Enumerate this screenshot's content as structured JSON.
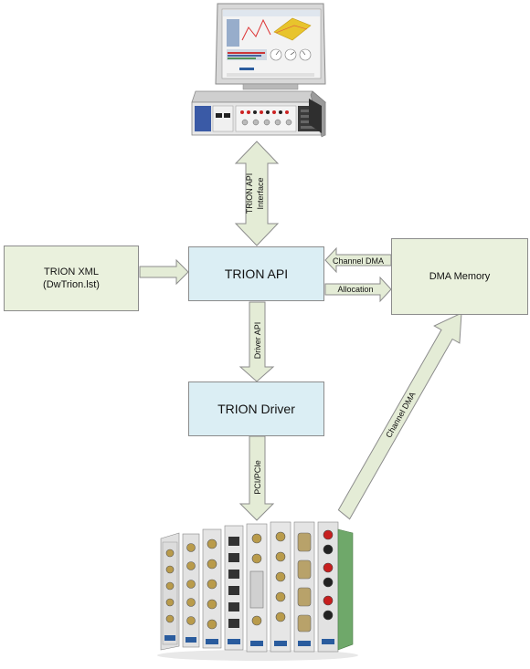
{
  "nodes": {
    "xml": {
      "line1": "TRION XML",
      "line2": "(DwTrion.lst)"
    },
    "api": {
      "label": "TRION API"
    },
    "driver": {
      "label": "TRION Driver"
    },
    "dma": {
      "label": "DMA Memory"
    }
  },
  "edges": {
    "api_interface": "TRION API Interface",
    "api_interface_line1": "TRION API",
    "api_interface_line2": "Interface",
    "channel_dma_top": "Channel DMA",
    "allocation": "Allocation",
    "driver_api": "Driver API",
    "pci": "PCI/PCIe",
    "channel_dma_diag": "Channel DMA"
  },
  "colors": {
    "arrow_fill": "#e4ecd6",
    "arrow_stroke": "#8c8c8c",
    "green_box": "#eaf1dd",
    "blue_box": "#dbeef4"
  }
}
